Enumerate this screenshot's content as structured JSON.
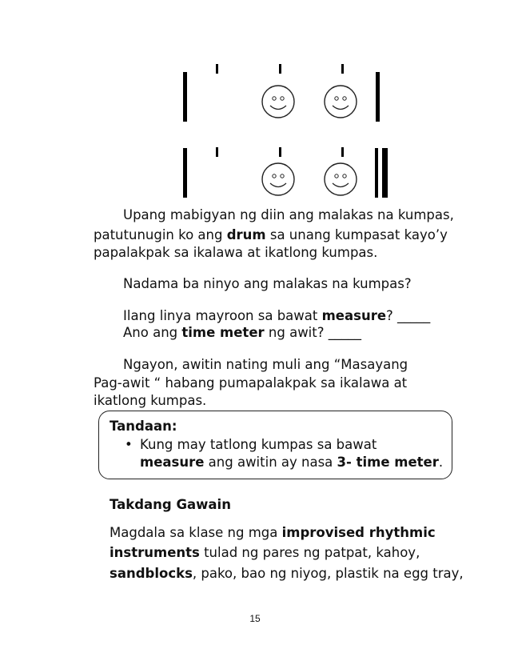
{
  "paragraph1": {
    "line1": "Upang mabigyan ng diin ang malakas na kumpas,",
    "line2": "patutunugin ko ang ",
    "line2_bold": "drum",
    "line2_end": " sa unang kumpasat kayo’y",
    "line3": "papalakpak sa ikalawa at ikatlong kumpas."
  },
  "question1": "Nadama ba ninyo ang malakas na kumpas?",
  "question2": {
    "start": "Ilang linya mayroon sa bawat ",
    "bold": "measure",
    "end": "? _____"
  },
  "question3": {
    "start": "Ano ang ",
    "bold": "time meter",
    "end": " ng awit? _____"
  },
  "paragraph2": {
    "line1": "Ngayon, awitin nating muli ang “Masayang",
    "line2": "Pag-awit “ habang pumapalakpak sa  ikalawa at",
    "line3": "ikatlong kumpas."
  },
  "tandaan": {
    "title": "Tandaan:",
    "bullet": "•",
    "line1": "Kung may tatlong kumpas sa bawat",
    "line2_bold1": "measure",
    "line2_mid": " ang awitin ay nasa ",
    "line2_bold2": "3- time meter",
    "line2_end": "."
  },
  "takdang_gawain": {
    "title": "Takdang Gawain",
    "line1_start": "Magdala sa klase ng mga ",
    "line1_bold": "improvised rhythmic",
    "line2_bold": "instruments",
    "line2_end": "  tulad ng pares ng patpat, kahoy,",
    "line3_bold": "sandblocks",
    "line3_end": ", pako, bao ng niyog, plastik na egg tray,"
  },
  "page_number": "15"
}
